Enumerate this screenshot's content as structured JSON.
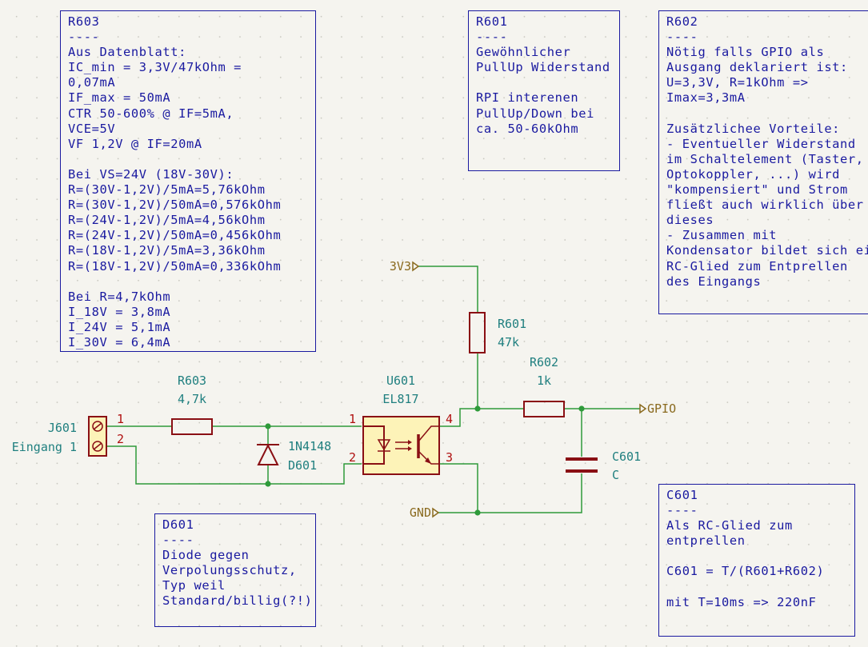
{
  "notes": {
    "r603": "R603\n----\nAus Datenblatt:\nIC_min = 3,3V/47kOhm =\n0,07mA\nIF_max = 50mA\nCTR 50-600% @ IF=5mA,\nVCE=5V\nVF 1,2V @ IF=20mA\n\nBei VS=24V (18V-30V):\nR=(30V-1,2V)/5mA=5,76kOhm\nR=(30V-1,2V)/50mA=0,576kOhm\nR=(24V-1,2V)/5mA=4,56kOhm\nR=(24V-1,2V)/50mA=0,456kOhm\nR=(18V-1,2V)/5mA=3,36kOhm\nR=(18V-1,2V)/50mA=0,336kOhm\n\nBei R=4,7kOhm\nI_18V = 3,8mA\nI_24V = 5,1mA\nI_30V = 6,4mA",
    "r601": "R601\n----\nGewöhnlicher\nPullUp Widerstand\n\nRPI interenen\nPullUp/Down bei\nca. 50-60kOhm",
    "r602": "R602\n----\nNötig falls GPIO als\nAusgang deklariert ist:\nU=3,3V, R=1kOhm =>\nImax=3,3mA\n\nZusätzlichee Vorteile:\n- Eventueller Widerstand\nim Schaltelement (Taster,\nOptokoppler, ...) wird\n\"kompensiert\" und Strom\nfließt auch wirklich über\ndieses\n- Zusammen mit\nKondensator bildet sich ein\nRC-Glied zum Entprellen\ndes Eingangs",
    "d601": "D601\n----\nDiode gegen\nVerpolungsschutz,\nTyp weil\nStandard/billig(?!)",
    "c601": "C601\n----\nAls RC-Glied zum\nentprellen\n\nC601 = T/(R601+R602)\n\nmit T=10ms => 220nF"
  },
  "components": {
    "j601": {
      "ref": "J601",
      "value": "Eingang 1",
      "pins": [
        "1",
        "2"
      ]
    },
    "r603": {
      "ref": "R603",
      "value": "4,7k"
    },
    "d601": {
      "ref": "D601",
      "value": "1N4148"
    },
    "u601": {
      "ref": "U601",
      "value": "EL817",
      "pins": [
        "1",
        "2",
        "3",
        "4"
      ]
    },
    "r601": {
      "ref": "R601",
      "value": "47k"
    },
    "r602": {
      "ref": "R602",
      "value": "1k"
    },
    "c601": {
      "ref": "C601",
      "value": "C"
    }
  },
  "labels": {
    "vcc": "3V3",
    "gnd": "GND",
    "gpio": "GPIO"
  },
  "colors": {
    "wire": "#2e9a3a",
    "symbol": "#8a0f14",
    "symbol_fill": "#fdf3b8",
    "reference": "#1f7f7f",
    "pin_number": "#b01010",
    "net_label": "#8a6a1f",
    "note_text": "#1a1aa0"
  }
}
